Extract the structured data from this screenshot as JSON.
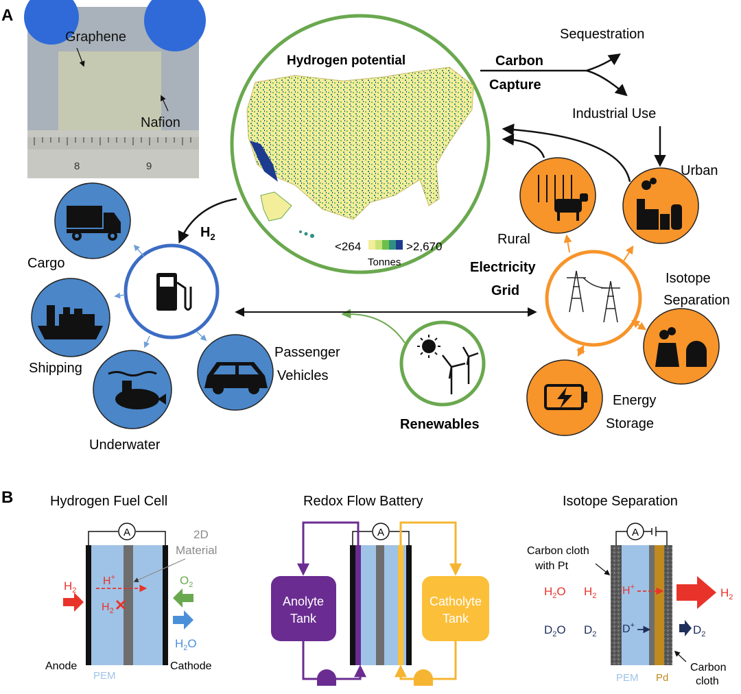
{
  "panel_a": {
    "letter": "A",
    "photo": {
      "graphene": "Graphene",
      "nafion": "Nafion",
      "ruler_8": "8",
      "ruler_9": "9"
    },
    "map": {
      "title": "Hydrogen potential",
      "legend_min": "<264",
      "legend_max": ">2,670",
      "legend_unit": "Tonnes"
    },
    "carbon_capture": {
      "line1": "Carbon",
      "line2": "Capture"
    },
    "sequestration": "Sequestration",
    "industrial_use": "Industrial Use",
    "urban": "Urban",
    "rural": "Rural",
    "h2": {
      "base": "H",
      "sub": "2"
    },
    "cargo": "Cargo",
    "shipping": "Shipping",
    "underwater": "Underwater",
    "passenger": {
      "line1": "Passenger",
      "line2": "Vehicles"
    },
    "grid": {
      "line1": "Electricity",
      "line2": "Grid"
    },
    "isotope": {
      "line1": "Isotope",
      "line2": "Separation"
    },
    "energy_storage": {
      "line1": "Energy",
      "line2": "Storage"
    },
    "renewables": "Renewables"
  },
  "panel_b": {
    "letter": "B",
    "fuel_cell": {
      "title": "Hydrogen Fuel Cell",
      "ammeter": "A",
      "material": {
        "line1": "2D",
        "line2": "Material"
      },
      "h2_in": {
        "base": "H",
        "sub": "2"
      },
      "hplus": {
        "base": "H",
        "sup": "+"
      },
      "h2_blocked": {
        "base": "H",
        "sub": "2"
      },
      "o2": {
        "base": "O",
        "sub": "2"
      },
      "h2o": {
        "base": "H",
        "sub": "2",
        "tail": "O"
      },
      "anode": "Anode",
      "pem": "PEM",
      "cathode": "Cathode"
    },
    "flow_battery": {
      "title": "Redox Flow Battery",
      "ammeter": "A",
      "anolyte": {
        "line1": "Anolyte",
        "line2": "Tank"
      },
      "catholyte": {
        "line1": "Catholyte",
        "line2": "Tank"
      }
    },
    "isotope_sep": {
      "title": "Isotope Separation",
      "ammeter": "A",
      "cloth_pt": {
        "line1": "Carbon cloth",
        "line2": "with Pt"
      },
      "h2o": {
        "base": "H",
        "sub": "2",
        "tail": "O"
      },
      "h2_left": {
        "base": "H",
        "sub": "2"
      },
      "hplus": {
        "base": "H",
        "sup": "+"
      },
      "h2_out": {
        "base": "H",
        "sub": "2"
      },
      "d2o": {
        "base": "D",
        "sub": "2",
        "tail": "O"
      },
      "d2_left": {
        "base": "D",
        "sub": "2"
      },
      "dplus": {
        "base": "D",
        "sup": "+"
      },
      "d2_out": {
        "base": "D",
        "sub": "2"
      },
      "pem": "PEM",
      "pd": "Pd",
      "cloth": {
        "line1": "Carbon",
        "line2": "cloth"
      }
    }
  },
  "colors": {
    "green_ring": "#6aa84f",
    "blue_circle": "#4a86c8",
    "blue_ring": "#3c6cc4",
    "orange": "#f7942a",
    "purple": "#6a2c91",
    "yellow_tank": "#fbbf3a",
    "red": "#e8332a",
    "pem_blue": "#9fc3e6"
  }
}
